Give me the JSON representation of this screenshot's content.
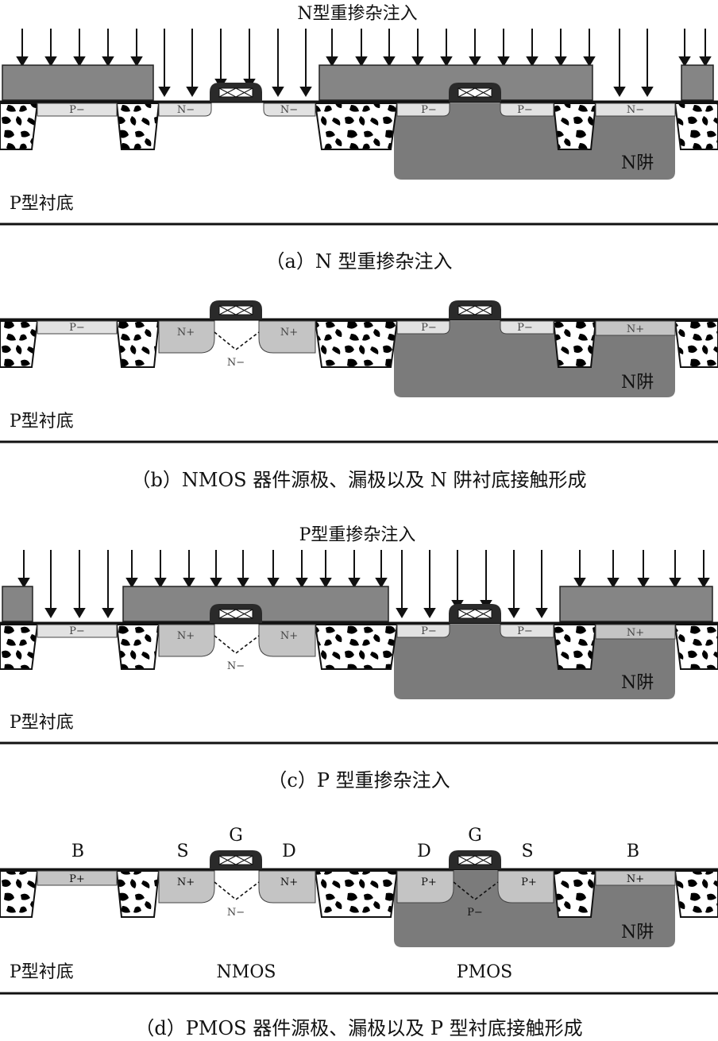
{
  "panels": [
    {
      "id": "a",
      "implant_title": "N型重掺杂注入",
      "caption": "（a）N 型重掺杂注入",
      "substrate_label": "P型衬底",
      "nwell_label": "N阱",
      "regions": [
        "P−",
        "N−",
        "N−",
        "P−",
        "P−",
        "N−"
      ]
    },
    {
      "id": "b",
      "caption": "（b）NMOS 器件源极、漏极以及 N 阱衬底接触形成",
      "substrate_label": "P型衬底",
      "nwell_label": "N阱",
      "regions": [
        "P−",
        "N+",
        "N+",
        "N−",
        "P−",
        "P−",
        "N+"
      ]
    },
    {
      "id": "c",
      "implant_title": "P型重掺杂注入",
      "caption": "（c）P 型重掺杂注入",
      "substrate_label": "P型衬底",
      "nwell_label": "N阱",
      "regions": [
        "P−",
        "N+",
        "N+",
        "N−",
        "P−",
        "P−",
        "N+"
      ]
    },
    {
      "id": "d",
      "caption": "（d）PMOS 器件源极、漏极以及 P 型衬底接触形成",
      "substrate_label": "P型衬底",
      "nwell_label": "N阱",
      "regions": [
        "P+",
        "N+",
        "N+",
        "N−",
        "P+",
        "P+",
        "P−",
        "N+"
      ],
      "terminals": [
        "B",
        "S",
        "G",
        "D",
        "D",
        "G",
        "S",
        "B"
      ],
      "device_labels": [
        "NMOS",
        "PMOS"
      ]
    }
  ],
  "colors": {
    "nwell": "#7b7b7b",
    "mask": "#858585",
    "lightly_doped": "#e2e2e2",
    "heavily_doped": "#c4c4c4",
    "gate_cap": "#2a2a2a"
  }
}
